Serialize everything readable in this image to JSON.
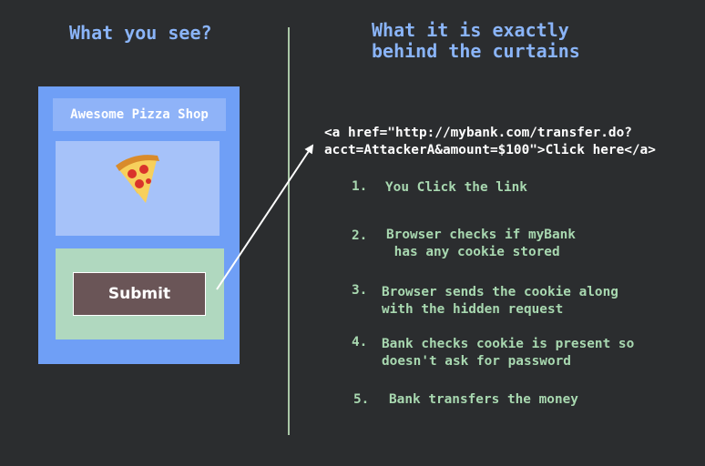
{
  "left_heading": "What you see?",
  "right_heading": "What it is exactly\nbehind the curtains",
  "shop": {
    "name": "Awesome Pizza Shop",
    "image_icon": "pizza-slice-icon",
    "submit_label": "Submit"
  },
  "code_snippet": "<a href=\"http://mybank.com/transfer.do?\nacct=AttackerA&amount=$100\">Click here</a>",
  "steps": [
    {
      "num": "1.",
      "text": "You Click the link"
    },
    {
      "num": "2.",
      "text": "Browser checks if myBank\n has any cookie stored"
    },
    {
      "num": "3.",
      "text": "Browser sends the cookie along\nwith the hidden request"
    },
    {
      "num": "4.",
      "text": "Bank checks cookie is present so\ndoesn't ask for password"
    },
    {
      "num": "5.",
      "text": "Bank transfers the money"
    }
  ],
  "colors": {
    "background": "#2b2d2f",
    "heading": "#8ab4f8",
    "phone": "#6f9ff6",
    "form_box": "#b0d8bf",
    "submit_button": "#6a5557",
    "step_text": "#a8d8b0",
    "divider": "#a9c7a6",
    "arrow": "#ffffff"
  }
}
